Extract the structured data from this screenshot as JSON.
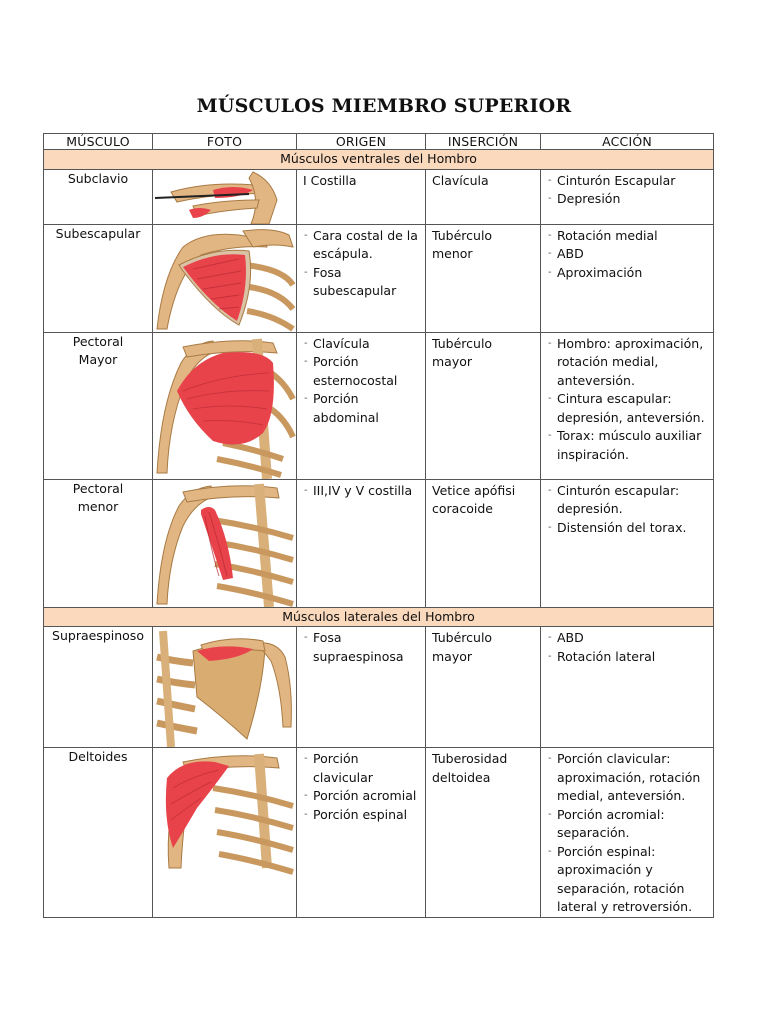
{
  "title": "MÚSCULOS MIEMBRO SUPERIOR",
  "columns": [
    "MÚSCULO",
    "FOTO",
    "ORIGEN",
    "INSERCIÓN",
    "ACCIÓN"
  ],
  "sections": [
    {
      "label": "Músculos ventrales del Hombro",
      "rows": [
        {
          "name": [
            "Subclavio"
          ],
          "origin": [
            "I Costilla"
          ],
          "insertion": [
            "Clavícula"
          ],
          "action": [
            "Cinturón Escapular",
            "Depresión"
          ]
        },
        {
          "name": [
            "Subescapular"
          ],
          "origin": [
            "Cara costal de la escápula.",
            "Fosa subescapular"
          ],
          "insertion": [
            "Tubérculo menor"
          ],
          "action": [
            "Rotación medial",
            "ABD",
            "Aproximación"
          ]
        },
        {
          "name": [
            "Pectoral",
            "Mayor"
          ],
          "origin": [
            "Clavícula",
            "Porción esternocostal",
            "Porción abdominal"
          ],
          "insertion": [
            "Tubérculo mayor"
          ],
          "action": [
            "Hombro: aproximación, rotación medial, anteversión.",
            "Cintura escapular: depresión, anteversión.",
            "Torax: músculo auxiliar inspiración."
          ]
        },
        {
          "name": [
            "Pectoral",
            "menor"
          ],
          "origin": [
            "III,IV y V costilla"
          ],
          "insertion": [
            "Vetice apófisi coracoide"
          ],
          "action": [
            "Cinturón escapular: depresión.",
            "Distensión del torax."
          ]
        }
      ]
    },
    {
      "label": "Músculos laterales del Hombro",
      "rows": [
        {
          "name": [
            "Supraespinoso"
          ],
          "origin": [
            "Fosa supraespinosa"
          ],
          "insertion": [
            "Tubérculo mayor"
          ],
          "action": [
            "ABD",
            "Rotación lateral"
          ]
        },
        {
          "name": [
            "Deltoides"
          ],
          "origin": [
            "Porción clavicular",
            "Porción acromial",
            "Porción espinal"
          ],
          "insertion": [
            "Tuberosidad deltoidea"
          ],
          "action": [
            "Porción clavicular: aproximación, rotación medial, anteversión.",
            "Porción acromial: separación.",
            "Porción espinal: aproximación y separación, rotación lateral y retroversión."
          ]
        }
      ]
    }
  ],
  "colors": {
    "section_bg": "#fbd9bd",
    "bone": "#e2b683",
    "muscle": "#e8434b",
    "border": "#555555"
  }
}
